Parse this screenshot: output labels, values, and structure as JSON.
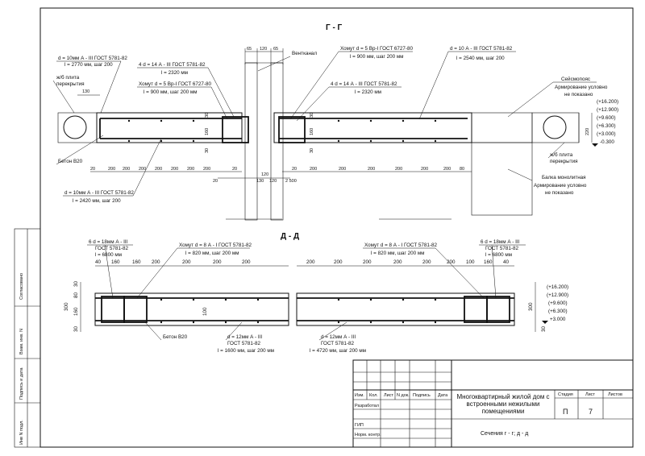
{
  "sections": {
    "gg": {
      "title": "Г - Г",
      "labels": {
        "rebar_top": "d = 10мм А - III ГОСТ 5781-82",
        "rebar_top_len": "l = 2770 мм, шаг 200",
        "slab": "ж/б плита",
        "slab2": "перекрытия",
        "bar14_left": "4 d = 14 А - III ГОСТ 5781-82",
        "bar14_left_len": "l = 2320 мм",
        "clamp_left": "Хомут d = 5 Вр-I ГОСТ 6727-80",
        "clamp_left_len": "l = 900 мм, шаг 200 мм",
        "vent": "Вентканал",
        "clamp_right": "Хомут d = 5 Вр-I ГОСТ 6727-80",
        "clamp_right_len": "l = 900 мм, шаг 200 мм",
        "bar14_right": "4 d = 14 А - III ГОСТ 5781-82",
        "bar14_right_len": "l = 2320 мм",
        "rebar_right": "d = 10 А - III ГОСТ 5781-82",
        "rebar_right_len": "l = 2540 мм, шаг 200",
        "seismic": "Сейсмопояс",
        "seismic2": "Армирование условно",
        "seismic3": "не показано",
        "slab_right": "ж/б плита",
        "slab_right2": "перекрытия",
        "concrete": "Бетон В20",
        "beam": "Балка монолитная",
        "beam2": "Армирование условно",
        "beam3": "не показано",
        "bottom_bar": "d = 10мм А - III ГОСТ 5781-82",
        "bottom_bar_len": "l = 2420 мм, шаг 200"
      },
      "dims_top": [
        "65",
        "120",
        "65"
      ],
      "dim_130": "130",
      "dims_bottom_left": [
        "20",
        "200",
        "200",
        "200",
        "200",
        "200",
        "200",
        "200",
        "20"
      ],
      "dims_bottom_right": [
        "20",
        "200",
        "200",
        "200",
        "200",
        "200",
        "200",
        "80"
      ],
      "dims_mid": [
        "120",
        "130",
        "120"
      ],
      "dim_total": "2 500",
      "dims_vertical_left": [
        "30",
        "160",
        "30"
      ],
      "dims_vertical_right": [
        "30",
        "160",
        "30"
      ],
      "dim_220": "220",
      "levels": [
        "(+16.200)",
        "(+12.900)",
        "(+9.600)",
        "(+6.300)",
        "(+3.000)",
        "-0.300"
      ]
    },
    "dd": {
      "title": "Д - Д",
      "labels": {
        "bar18_left": "6 d = 18мм А - III",
        "bar18_left2": "ГОСТ 5781-82",
        "bar18_left_len": "l = 6800 мм",
        "clamp_left": "Хомут d = 8 А - I ГОСТ 5781-82",
        "clamp_left_len": "l = 820 мм, шаг 200 мм",
        "clamp_right": "Хомут d = 8 А - I ГОСТ 5781-82",
        "clamp_right_len": "l = 820 мм, шаг 200 мм",
        "bar18_right": "6 d = 18мм А - III",
        "bar18_right2": "ГОСТ 5781-82",
        "bar18_right_len": "l = 6800 мм",
        "concrete": "Бетон В20",
        "bar12_left": "d = 12мм А - III",
        "bar12_left2": "ГОСТ 5781-82",
        "bar12_left_len": "l = 1600 мм, шаг 200 мм",
        "bar12_right": "d = 12мм А - III",
        "bar12_right2": "ГОСТ 5781-82",
        "bar12_right_len": "l = 4720 мм, шаг 200 мм"
      },
      "dims_left": [
        "40",
        "160",
        "160",
        "200",
        "200",
        "200",
        "200"
      ],
      "dims_right": [
        "200",
        "200",
        "200",
        "200",
        "200",
        "200",
        "100",
        "160",
        "40"
      ],
      "dims_vertical": [
        "30",
        "80",
        "160",
        "30"
      ],
      "dim_300": "300",
      "dim_100": "100",
      "dim_30": "30",
      "levels": [
        "(+16.200)",
        "(+12.900)",
        "(+9.600)",
        "(+6.300)",
        "+3.000"
      ]
    }
  },
  "titleblock": {
    "cols": [
      "Изм.",
      "Кол.",
      "Лист",
      "N док.",
      "Подпись",
      "Дата"
    ],
    "rows": [
      "Разработал",
      "",
      "ГИП",
      "Норм. контр."
    ],
    "project": "Многоквартирный жилой дом с встроенными нежилыми помещениями",
    "stage_label": "Стадия",
    "sheet_label": "Лист",
    "sheets_label": "Листов",
    "stage": "П",
    "sheet": "7",
    "sheets": "",
    "drawing": "Сечения г - г; д - д"
  },
  "sidebar": {
    "items": [
      "Согласовано",
      "Взам. инв. N",
      "Подпись и дата",
      "Инв N подл."
    ]
  }
}
